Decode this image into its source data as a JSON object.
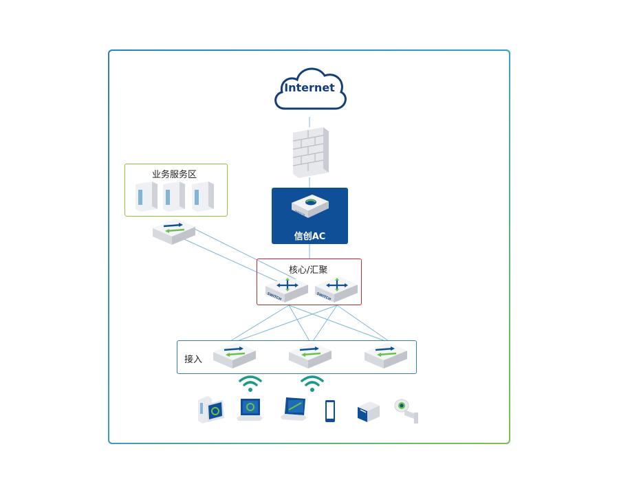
{
  "cloud": {
    "label": "Internet"
  },
  "ac": {
    "label": "信创AC",
    "device_text": "SWITCH"
  },
  "zones": {
    "service": {
      "label": "业务服务区"
    },
    "core": {
      "label": "核心/汇聚",
      "switch_text": "SWITCH"
    },
    "access": {
      "label": "接入"
    }
  },
  "colors": {
    "frame_blue": "#2f7fb8",
    "frame_green": "#7fc24a",
    "service_border": "#8cc63f",
    "core_border": "#c1272d",
    "access_border": "#2f7fb8",
    "ac_fill": "#0e4f98",
    "link": "#7fb5d8",
    "wifi": "#1a9a8a"
  },
  "icons": [
    "cloud-icon",
    "firewall-icon",
    "server-icon",
    "switch-icon",
    "wifi-icon",
    "desktop-icon",
    "laptop-icon",
    "phone-icon",
    "printer-icon",
    "camera-icon"
  ]
}
